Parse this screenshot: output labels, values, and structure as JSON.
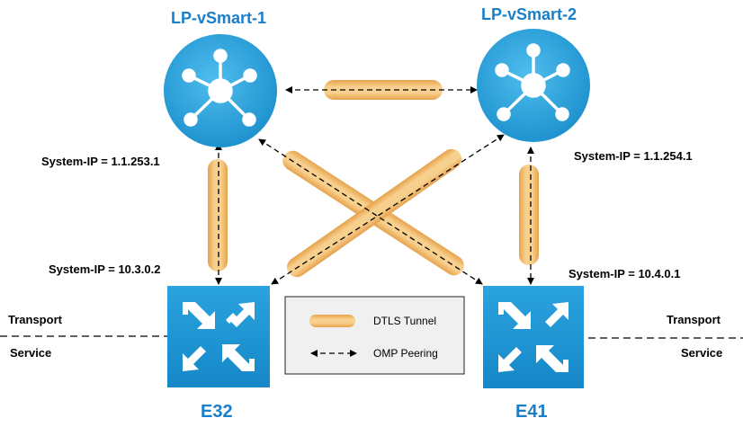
{
  "controllers": {
    "left": {
      "name": "LP-vSmart-1",
      "system_ip": "System-IP = 1.1.253.1"
    },
    "right": {
      "name": "LP-vSmart-2",
      "system_ip": "System-IP = 1.1.254.1"
    }
  },
  "edges": {
    "left": {
      "name": "E32",
      "system_ip": "System-IP = 10.3.0.2"
    },
    "right": {
      "name": "E41",
      "system_ip": "System-IP = 10.4.0.1"
    }
  },
  "zones": {
    "transport": "Transport",
    "service": "Service"
  },
  "legend": {
    "tunnel": "DTLS Tunnel",
    "peering": "OMP Peering"
  },
  "colors": {
    "vsmart": "#31a8df",
    "edge": "#1d95d4",
    "tunnel": "#f5c16d",
    "title": "#1a7fc9"
  }
}
